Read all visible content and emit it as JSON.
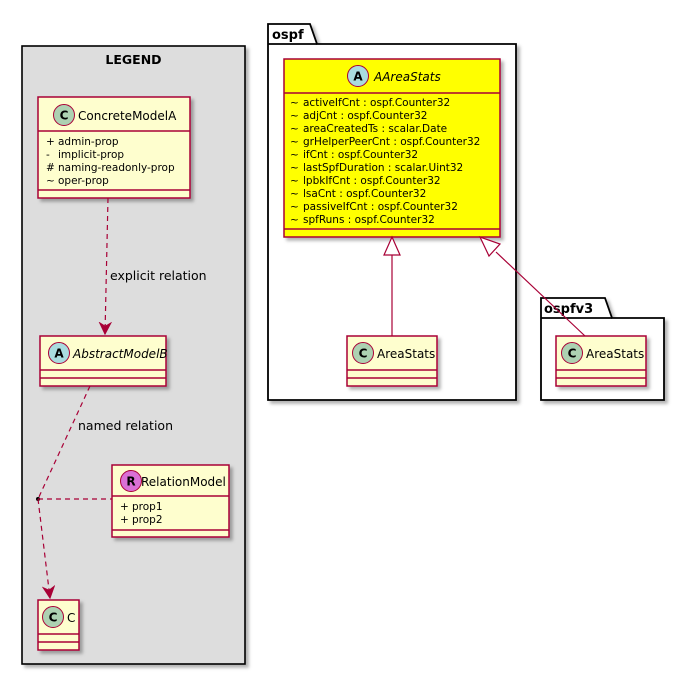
{
  "legend": {
    "title": "LEGEND",
    "concrete": {
      "stereo_letter": "C",
      "name": "ConcreteModelA",
      "members": [
        {
          "vis": "+",
          "text": "admin-prop"
        },
        {
          "vis": "-",
          "text": "implicit-prop"
        },
        {
          "vis": "#",
          "text": "naming-readonly-prop"
        },
        {
          "vis": "~",
          "text": "oper-prop"
        }
      ]
    },
    "explicit_label": "explicit relation",
    "abstract": {
      "stereo_letter": "A",
      "name": "AbstractModelB"
    },
    "named_label": "named relation",
    "relation": {
      "stereo_letter": "R",
      "name": "RelationModel",
      "members": [
        {
          "vis": "+",
          "text": "prop1"
        },
        {
          "vis": "+",
          "text": "prop2"
        }
      ]
    },
    "target": {
      "stereo_letter": "C",
      "name": "C"
    }
  },
  "ospf": {
    "package_name": "ospf",
    "aareastats": {
      "stereo_letter": "A",
      "name": "AAreaStats",
      "color": "#ffff00",
      "members": [
        {
          "vis": "~",
          "text": "activeIfCnt : ospf.Counter32"
        },
        {
          "vis": "~",
          "text": "adjCnt : ospf.Counter32"
        },
        {
          "vis": "~",
          "text": "areaCreatedTs : scalar.Date"
        },
        {
          "vis": "~",
          "text": "grHelperPeerCnt : ospf.Counter32"
        },
        {
          "vis": "~",
          "text": "ifCnt : ospf.Counter32"
        },
        {
          "vis": "~",
          "text": "lastSpfDuration : scalar.Uint32"
        },
        {
          "vis": "~",
          "text": "lpbkIfCnt : ospf.Counter32"
        },
        {
          "vis": "~",
          "text": "lsaCnt : ospf.Counter32"
        },
        {
          "vis": "~",
          "text": "passiveIfCnt : ospf.Counter32"
        },
        {
          "vis": "~",
          "text": "spfRuns : ospf.Counter32"
        }
      ]
    },
    "areastats": {
      "stereo_letter": "C",
      "name": "AreaStats"
    }
  },
  "ospfv3": {
    "package_name": "ospfv3",
    "areastats": {
      "stereo_letter": "C",
      "name": "AreaStats"
    }
  },
  "colors": {
    "class_fill": "#fefece",
    "class_border": "#a80036",
    "circle_class": "#add1b2",
    "circle_relation": "#da70d6",
    "legend_bg": "#dddddd",
    "edge": "#a80036"
  }
}
